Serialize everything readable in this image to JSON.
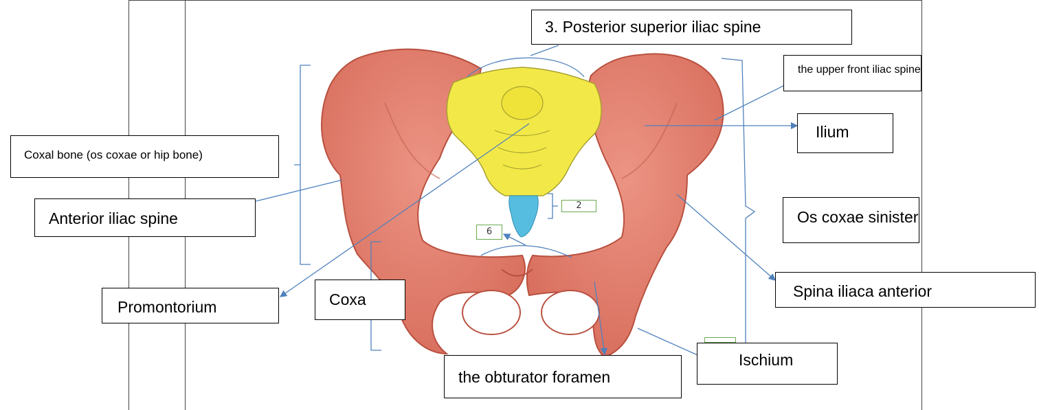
{
  "labels": {
    "posterior_superior_iliac_spine": "3. Posterior superior iliac spine",
    "upper_front_iliac": "the upper front iliac spine",
    "ilium": "Ilium",
    "coxal_bone": "Coxal bone (os coxae or hip bone)",
    "anterior_iliac_spine": "Anterior iliac spine",
    "os_coxae_sinister": "Os coxae sinister",
    "promontorium": "Promontorium",
    "coxa": "Coxa",
    "spina_iliaca_anterior": "Spina iliaca anterior",
    "ischium": "Ischium",
    "obturator_foramen": "the obturator foramen",
    "marker_2": "2",
    "marker_6": "6"
  },
  "colors": {
    "bone": "#e0796a",
    "bone_dark": "#b9503f",
    "sacrum": "#f2e948",
    "coccyx": "#57bde0",
    "leader": "#4f81bd",
    "marker_border": "#6aa84f"
  }
}
